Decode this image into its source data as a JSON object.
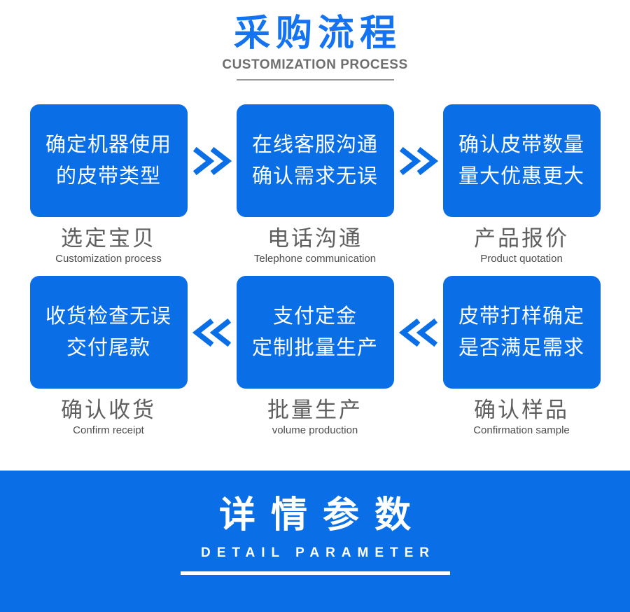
{
  "header": {
    "title": "采购流程",
    "subtitle": "CUSTOMIZATION PROCESS"
  },
  "flow": {
    "rows": [
      {
        "direction": "right",
        "steps": [
          {
            "box_line1": "确定机器使用",
            "box_line2": "的皮带类型",
            "caption": "选定宝贝",
            "caption_en": "Customization process"
          },
          {
            "box_line1": "在线客服沟通",
            "box_line2": "确认需求无误",
            "caption": "电话沟通",
            "caption_en": "Telephone communication"
          },
          {
            "box_line1": "确认皮带数量",
            "box_line2": "量大优惠更大",
            "caption": "产品报价",
            "caption_en": "Product quotation"
          }
        ]
      },
      {
        "direction": "left",
        "steps": [
          {
            "box_line1": "收货检查无误",
            "box_line2": "交付尾款",
            "caption": "确认收货",
            "caption_en": "Confirm receipt"
          },
          {
            "box_line1": "支付定金",
            "box_line2": "定制批量生产",
            "caption": "批量生产",
            "caption_en": "volume production"
          },
          {
            "box_line1": "皮带打样确定",
            "box_line2": "是否满足需求",
            "caption": "确认样品",
            "caption_en": "Confirmation sample"
          }
        ]
      }
    ]
  },
  "footer_banner": {
    "title": "详情参数",
    "subtitle": "DETAIL PARAMETER"
  },
  "icons": {
    "forward_arrow": "double-chevron-right",
    "backward_arrow": "double-chevron-left"
  },
  "colors": {
    "accent_blue": "#0a6fe6",
    "title_blue": "#1473f0",
    "caption_gray": "#5f5f5f",
    "caption_en_gray": "#4c4c4c",
    "header_subtitle_gray": "#6e6e6e",
    "header_underline_gray": "#999999",
    "box_text_white": "#ffffff"
  }
}
